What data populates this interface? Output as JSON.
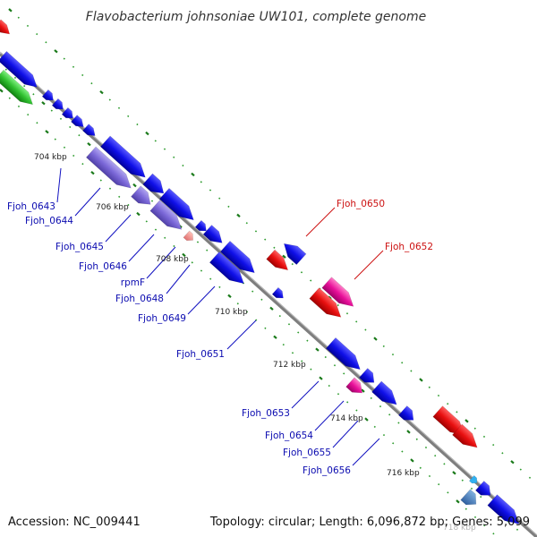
{
  "title": "Flavobacterium johnsoniae UW101, complete genome",
  "footer": {
    "accession": "Accession: NC_009441",
    "topology": "Topology: circular; Length: 6,096,872 bp; Genes: 5,099"
  },
  "tick_labels": [
    "704 kbp",
    "706 kbp",
    "708 kbp",
    "710 kbp",
    "712 kbp",
    "714 kbp",
    "716 kbp",
    "718 kbp"
  ],
  "gene_labels_left": [
    "Fjoh_0643",
    "Fjoh_0644",
    "Fjoh_0645",
    "Fjoh_0646",
    "rpmF",
    "Fjoh_0648",
    "Fjoh_0649",
    "Fjoh_0651",
    "Fjoh_0653",
    "Fjoh_0654",
    "Fjoh_0655",
    "Fjoh_0656"
  ],
  "gene_labels_right": [
    "Fjoh_0650",
    "Fjoh_0652"
  ],
  "colors": {
    "blue_gene": "#1010e8",
    "purple_gene": "#7b68d8",
    "red_gene": "#e81010",
    "pink_gene": "#e8109a",
    "green_gene": "#30c030",
    "backbone": "#808080",
    "tick_dots": "#1a8a1a",
    "label_blue": "#0b0bb0",
    "label_red": "#cc1010"
  }
}
